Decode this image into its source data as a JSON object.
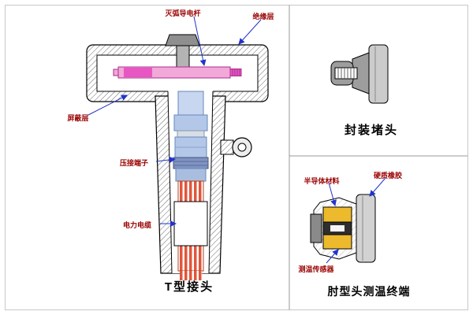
{
  "colors": {
    "label_text": "#990000",
    "leader_line": "#2233cc",
    "caption_text": "#000000",
    "conductive_rod_pink": "#f2a8d8",
    "conductive_rod_magenta": "#e756c3",
    "crimp_terminal_blue": "#b3c8e9",
    "cable_conductor_red": "#e2553a",
    "sensor_yellow": "#ecba2c",
    "metal_gray": "#9d9d9d"
  },
  "panels": {
    "t_joint": {
      "caption": "T型接头",
      "labels": {
        "arc_rod": "灭弧导电杆",
        "insulation": "绝缘层",
        "shield": "屏蔽层",
        "crimp": "压接端子",
        "power_cable": "电力电缆"
      }
    },
    "plug": {
      "caption": "封装堵头"
    },
    "elbow": {
      "caption": "肘型头测温终端",
      "labels": {
        "semiconductor": "半导体材料",
        "hard_rubber": "硬质橡胶",
        "temp_sensor": "测温传感器"
      }
    }
  }
}
